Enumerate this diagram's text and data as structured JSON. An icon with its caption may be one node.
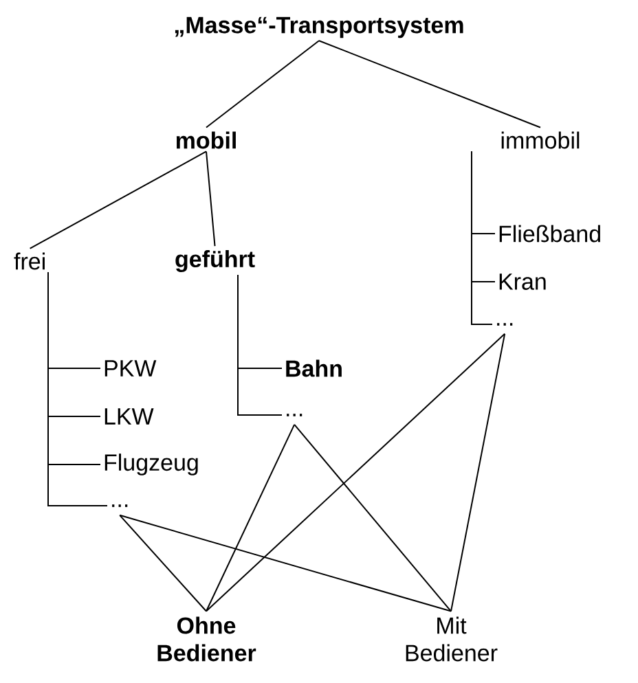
{
  "diagram": {
    "nodes": [
      {
        "text": [
          "„Masse“-Transportsystem"
        ]
      },
      {
        "text": [
          "mobil"
        ]
      },
      {
        "text": [
          "immobil"
        ]
      },
      {
        "text": [
          "frei"
        ]
      },
      {
        "text": [
          "geführt"
        ]
      },
      {
        "text": [
          "Fließband"
        ]
      },
      {
        "text": [
          "Kran"
        ]
      },
      {
        "text": [
          "..."
        ]
      },
      {
        "text": [
          "PKW"
        ]
      },
      {
        "text": [
          "LKW"
        ]
      },
      {
        "text": [
          "Flugzeug"
        ]
      },
      {
        "text": [
          "..."
        ]
      },
      {
        "text": [
          "Bahn"
        ]
      },
      {
        "text": [
          "..."
        ]
      },
      {
        "text": [
          "Ohne Bediener"
        ]
      },
      {
        "text": [
          "Mit Bediener"
        ]
      }
    ],
    "edges": [
      {
        "from": 0,
        "to": 1,
        "arrow": "none"
      },
      {
        "from": 0,
        "to": 2,
        "arrow": "none"
      },
      {
        "from": 1,
        "to": 3,
        "arrow": "none"
      },
      {
        "from": 1,
        "to": 4,
        "arrow": "none"
      },
      {
        "from": 2,
        "to": 5,
        "arrow": "none"
      },
      {
        "from": 2,
        "to": 6,
        "arrow": "none"
      },
      {
        "from": 2,
        "to": 7,
        "arrow": "none"
      },
      {
        "from": 3,
        "to": 8,
        "arrow": "none"
      },
      {
        "from": 3,
        "to": 9,
        "arrow": "none"
      },
      {
        "from": 3,
        "to": 10,
        "arrow": "none"
      },
      {
        "from": 3,
        "to": 11,
        "arrow": "none"
      },
      {
        "from": 4,
        "to": 12,
        "arrow": "none"
      },
      {
        "from": 4,
        "to": 13,
        "arrow": "none"
      },
      {
        "from": 7,
        "to": 14,
        "arrow": "none"
      },
      {
        "from": 7,
        "to": 15,
        "arrow": "none"
      },
      {
        "from": 13,
        "to": 14,
        "arrow": "none"
      },
      {
        "from": 13,
        "to": 15,
        "arrow": "none"
      },
      {
        "from": 11,
        "to": 14,
        "arrow": "none"
      },
      {
        "from": 11,
        "to": 15,
        "arrow": "none"
      }
    ]
  }
}
